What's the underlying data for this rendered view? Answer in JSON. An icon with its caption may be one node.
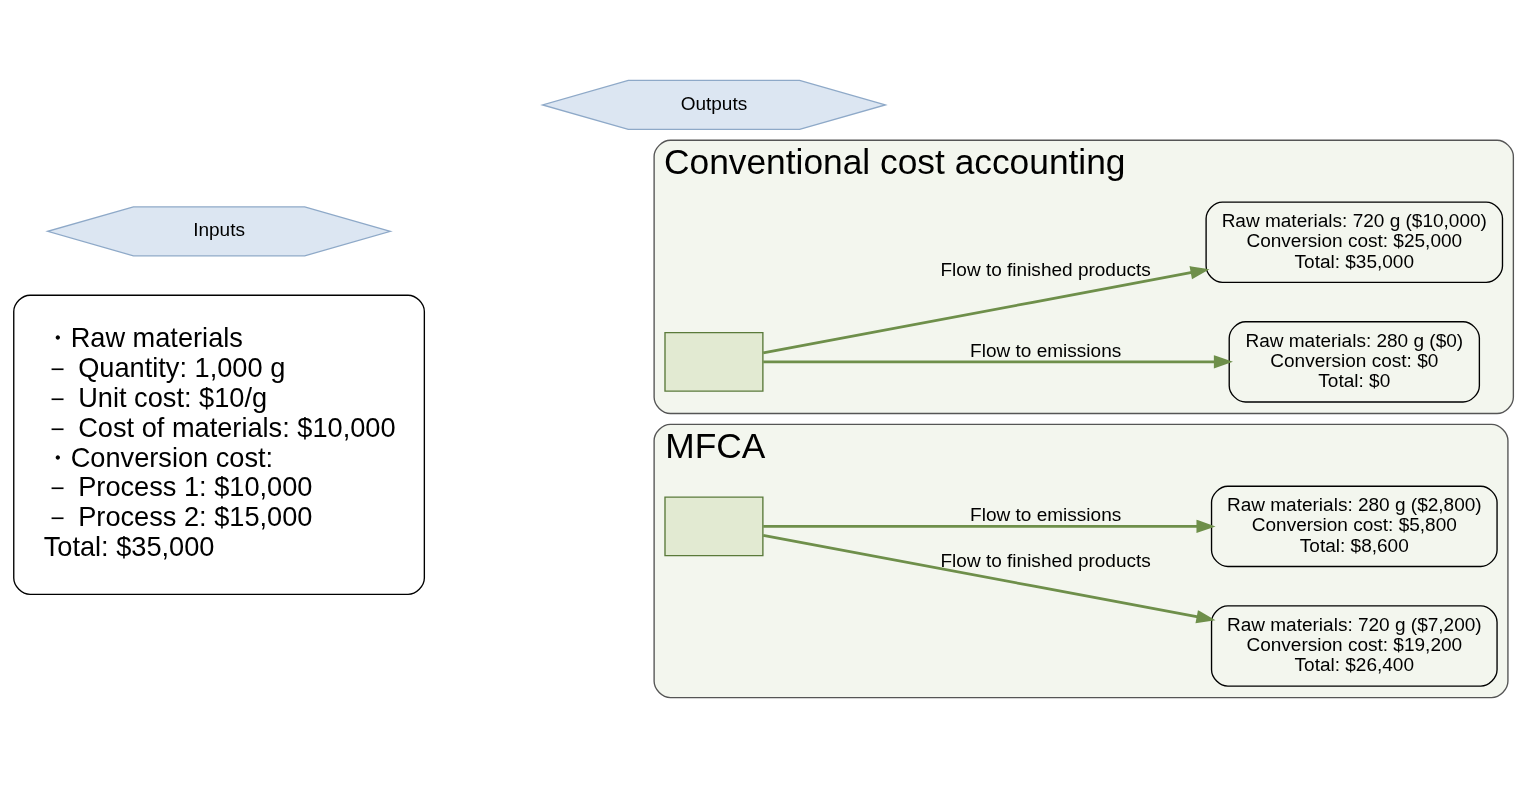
{
  "diagram": {
    "nodes": [
      {
        "text": [
          "Inputs"
        ]
      },
      {
        "text": [
          "Outputs"
        ]
      },
      {
        "text": [
          "・Raw materials",
          "－ Quantity: 1,000 g",
          "－ Unit cost: $10/g",
          "－ Cost of materials: $10,000",
          "・Conversion cost:",
          "－ Process 1: $10,000",
          "－ Process 2: $15,000",
          "Total: $35,000"
        ]
      },
      {
        "text": [
          "Conventional cost accounting"
        ]
      },
      {
        "text": [],
        "shape": "bar",
        "in": 3
      },
      {
        "text": [
          "Raw materials: 720 g ($10,000)",
          "Conversion cost: $25,000",
          "Total: $35,000"
        ],
        "in": 3
      },
      {
        "text": [
          "Raw materials: 280 g ($0)",
          "Conversion cost: $0",
          "Total: $0"
        ],
        "in": 3
      },
      {
        "text": [
          "MFCA"
        ]
      },
      {
        "text": [],
        "shape": "bar",
        "in": 7
      },
      {
        "text": [
          "Raw materials: 720 g ($7,200)",
          "Conversion cost: $19,200",
          "Total: $26,400"
        ],
        "in": 7
      },
      {
        "text": [
          "Raw materials: 280 g ($2,800)",
          "Conversion cost: $5,800",
          "Total: $8,600"
        ],
        "in": 7
      }
    ],
    "edges": [
      {
        "from": 4,
        "to": 5,
        "arrow": "to",
        "label": "Flow to finished products"
      },
      {
        "from": 4,
        "to": 6,
        "arrow": "to",
        "label": "Flow to emissions"
      },
      {
        "from": 8,
        "to": 9,
        "arrow": "to",
        "label": "Flow to finished products"
      },
      {
        "from": 8,
        "to": 10,
        "arrow": "to",
        "label": "Flow to emissions"
      }
    ]
  }
}
